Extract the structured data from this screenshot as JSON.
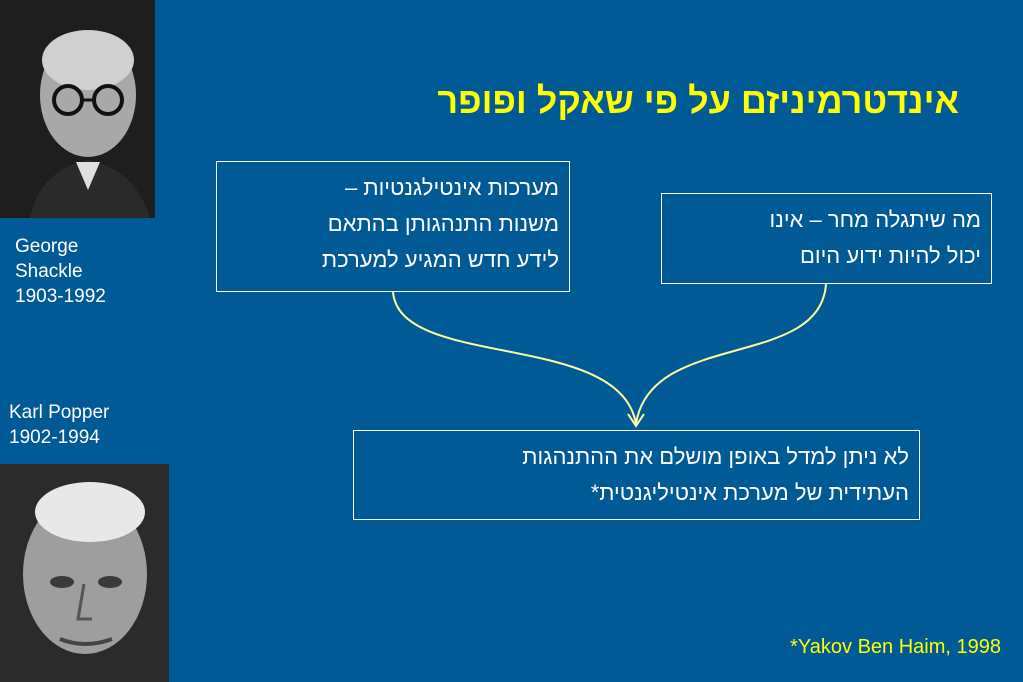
{
  "title": "אינדטרמיניזם על פי שאקל ופופר",
  "people": [
    {
      "name_line1": "George",
      "name_line2": "Shackle",
      "years": "1903-1992"
    },
    {
      "name_line1": "Karl Popper",
      "years": "1902-1994"
    }
  ],
  "boxes": {
    "left": [
      "מערכות אינטילגנטיות –",
      "משנות התנהגותן בהתאם",
      "לידע חדש המגיע למערכת"
    ],
    "right": [
      "מה שיתגלה מחר – אינו",
      "יכול להיות ידוע היום"
    ],
    "bottom": [
      "לא ניתן למדל באופן מושלם את ההתנהגות",
      "העתידית של מערכת אינטיליגנטית*"
    ]
  },
  "footnote": "*Yakov Ben Haim, 1998",
  "colors": {
    "background": "#005a96",
    "title": "#ffff00",
    "text": "#ffffff",
    "connector": "#ffffa0"
  },
  "icons": [
    "portrait-shackle",
    "portrait-popper",
    "merge-arrow"
  ]
}
